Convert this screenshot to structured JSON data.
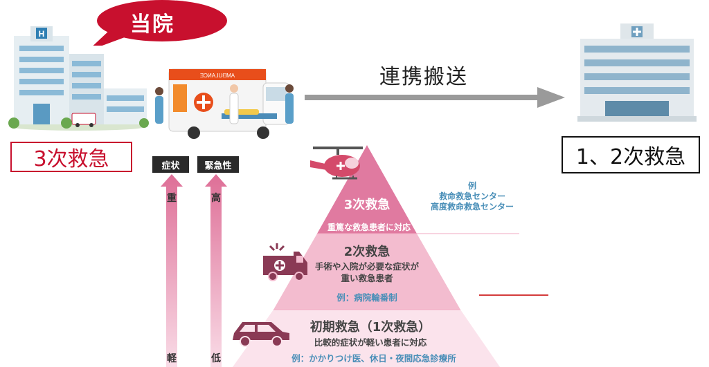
{
  "bubble": {
    "label": "当院"
  },
  "left_box": {
    "label": "3次救急"
  },
  "right_box": {
    "label": "1、2次救急"
  },
  "transfer": {
    "label": "連携搬送"
  },
  "axes": {
    "symptom": {
      "tag": "症状",
      "top": "重",
      "bottom": "軽"
    },
    "urgency": {
      "tag": "緊急性",
      "top": "高",
      "bottom": "低"
    }
  },
  "pyramid": {
    "level3": {
      "title": "3次救急",
      "desc": "重篤な救急患者に対応",
      "example_head": "例",
      "example_lines": [
        "救命救急センター",
        "高度救命救急センター"
      ]
    },
    "level2": {
      "title": "2次救急",
      "desc_lines": [
        "手術や入院が必要な症状が",
        "重い救急患者"
      ],
      "example": "例：病院輪番制"
    },
    "level1": {
      "title": "初期救急（1次救急）",
      "desc": "比較的症状が軽い患者に対応",
      "example": "例：かかりつけ医、休日・夜間応急診療所"
    }
  },
  "colors": {
    "bubble_red": "#c8102e",
    "pyramid_top": "#e07aa0",
    "pyramid_mid": "#f3bccf",
    "pyramid_base": "#fbe3ec",
    "icon_maroon": "#8a3a55",
    "example_blue": "#4a8fb8",
    "arrow_gray": "#9a9a9a"
  }
}
